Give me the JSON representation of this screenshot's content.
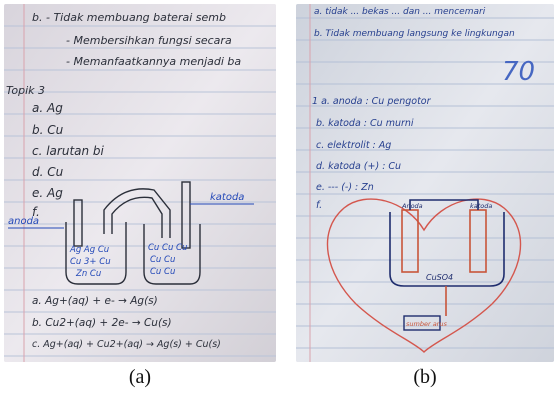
{
  "figure": {
    "panels": [
      {
        "caption": "(a)",
        "top_lines": [
          "b. - Tidak membuang baterai semb",
          "- Membersihkan fungsi secara",
          "- Memanfaatkannya menjadi ba"
        ],
        "heading": "Topik 3",
        "items": [
          "a. Ag",
          "b. Cu",
          "c. larutan bi",
          "d. Cu",
          "e. Ag",
          "f."
        ],
        "anode_label": "anoda",
        "cathode_label": "katoda",
        "left_beaker_text": [
          "Ag Ag Cu",
          "Cu 3+ Cu",
          "Zn Cu"
        ],
        "right_beaker_text": [
          "Cu Cu Cu",
          "Cu Cu",
          "Cu Cu"
        ],
        "equations": [
          "a. Ag+(aq) + e- → Ag(s)",
          "b. Cu2+(aq) + 2e- → Cu(s)",
          "c. Ag+(aq) + Cu2+(aq) → Ag(s) + Cu(s)"
        ]
      },
      {
        "caption": "(b)",
        "top_lines": [
          "a. tidak ... bekas ... dan ... mencemari",
          "b. Tidak membuang langsung ke lingkungan"
        ],
        "score": "70",
        "items": [
          "1 a. anoda : Cu pengotor",
          "b. katoda : Cu murni",
          "c. elektrolit : Ag",
          "d. katoda (+) : Cu",
          "e. --- (-) : Zn",
          "f."
        ],
        "anode_label": "Anoda",
        "cathode_label": "katoda",
        "solution_label": "CuSO4",
        "source_label": "sumber arus"
      }
    ]
  }
}
